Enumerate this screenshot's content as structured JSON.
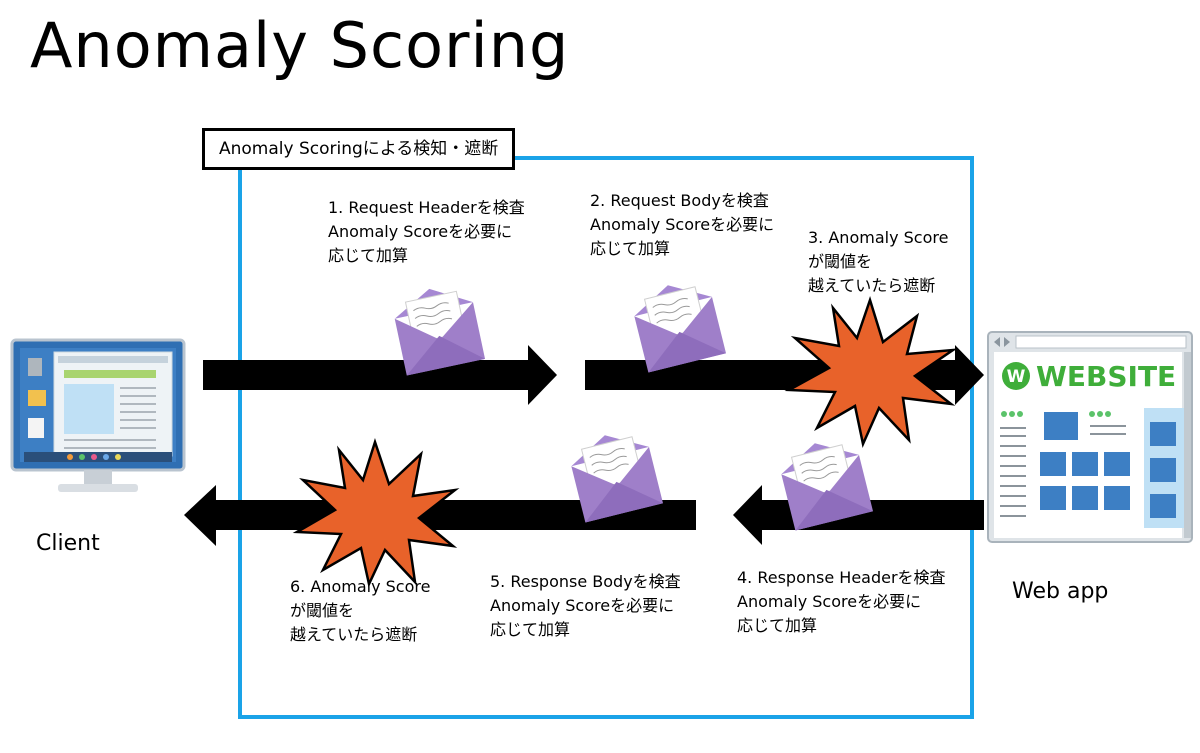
{
  "title": "Anomaly Scoring",
  "frame_label": "Anomaly Scoringによる検知・遮断",
  "steps": [
    {
      "lines": [
        "1. Request Headerを検査",
        "Anomaly Scoreを必要に",
        "応じて加算"
      ]
    },
    {
      "lines": [
        "2. Request Bodyを検査",
        "Anomaly Scoreを必要に",
        "応じて加算"
      ]
    },
    {
      "lines": [
        "3. Anomaly Score",
        "が閾値を",
        "越えていたら遮断"
      ]
    },
    {
      "lines": [
        "4. Response Headerを検査",
        "Anomaly Scoreを必要に",
        "応じて加算"
      ]
    },
    {
      "lines": [
        "5. Response Bodyを検査",
        "Anomaly Scoreを必要に",
        "応じて加算"
      ]
    },
    {
      "lines": [
        "6. Anomaly Score",
        "が閾値を",
        "越えていたら遮断"
      ]
    }
  ],
  "client_label": "Client",
  "webapp_label": "Web app",
  "website_logo": "WEBSITE",
  "icons": [
    "monitor-icon",
    "envelope-icon",
    "explosion-icon",
    "browser-window-icon"
  ],
  "colors": {
    "frame": "#1aa3e8",
    "arrow": "#000000",
    "explosion": "#e8622a",
    "envelope": "#9f7fc9",
    "website_green": "#3fae3a"
  }
}
